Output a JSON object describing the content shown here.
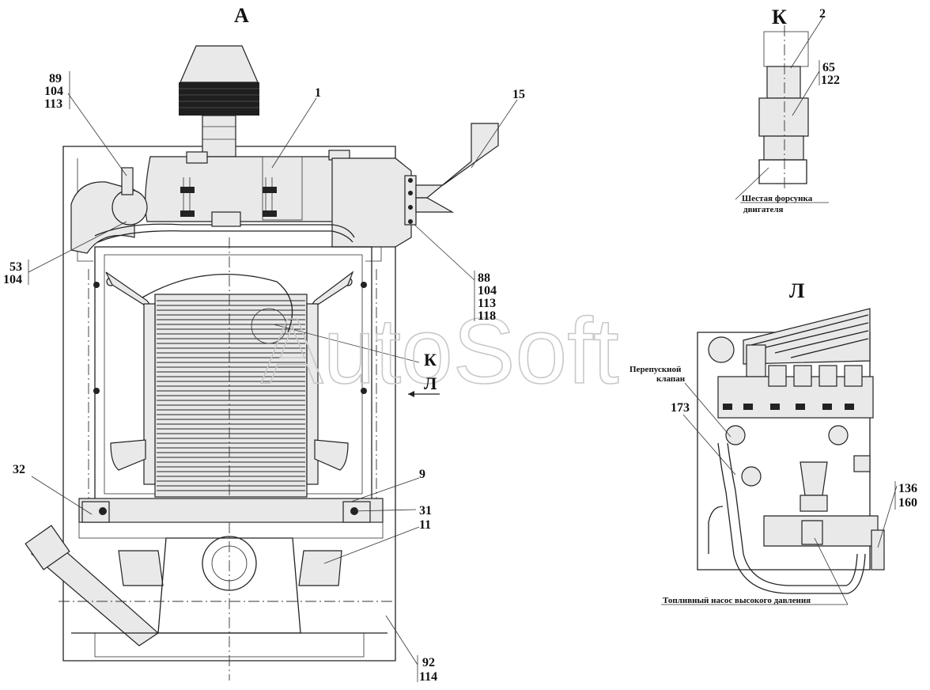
{
  "views": {
    "view_a": "А",
    "view_k": "К",
    "view_l": "Л"
  },
  "watermark": "AutoSoft",
  "section_marks": {
    "k": "К",
    "l": "Л"
  },
  "callouts": {
    "c89": "89",
    "c104a": "104",
    "c113a": "113",
    "c1": "1",
    "c15": "15",
    "c53": "53",
    "c104b": "104",
    "c88": "88",
    "c104c": "104",
    "c113b": "113",
    "c118": "118",
    "c32": "32",
    "c9": "9",
    "c31": "31",
    "c11": "11",
    "c92": "92",
    "c114": "114",
    "c2": "2",
    "c65": "65",
    "c122": "122",
    "c173": "173",
    "c136": "136",
    "c160": "160"
  },
  "notes": {
    "injector_line1": "Шестая форсунка",
    "injector_line2": "двигателя",
    "bypass_line1": "Перепускной",
    "bypass_line2": "клапан",
    "pump": "Топливный  насос высокого давления"
  },
  "colors": {
    "line": "#222222",
    "watermark": "#c9c9c9",
    "background": "#ffffff"
  }
}
